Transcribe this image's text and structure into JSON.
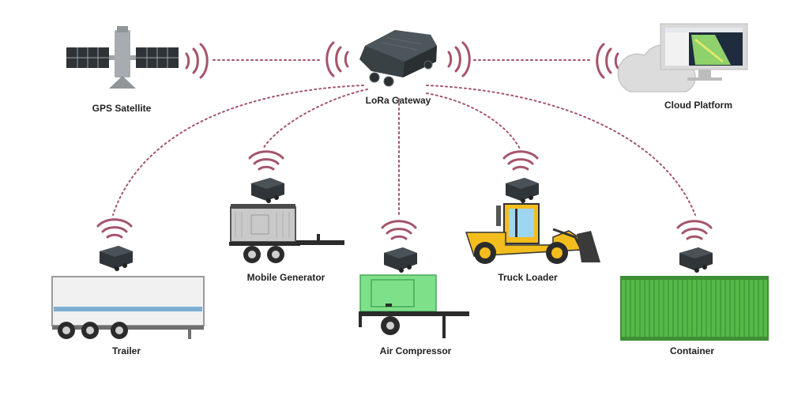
{
  "colors": {
    "link": "#a4546b",
    "signal": "#a4546b",
    "device": "#2f3538",
    "device_light": "#4a5257",
    "label": "#222222"
  },
  "nodes": {
    "gps": {
      "label": "GPS Satellite",
      "icon": "satellite-icon"
    },
    "gateway": {
      "label": "LoRa Gateway",
      "icon": "gateway-icon"
    },
    "cloud": {
      "label": "Cloud Platform",
      "icon": "cloud-icon"
    },
    "trailer": {
      "label": "Trailer",
      "icon": "trailer-icon"
    },
    "generator": {
      "label": "Mobile Generator",
      "icon": "generator-icon"
    },
    "compressor": {
      "label": "Air Compressor",
      "icon": "compressor-icon"
    },
    "loader": {
      "label": "Truck Loader",
      "icon": "loader-icon"
    },
    "container": {
      "label": "Container",
      "icon": "container-icon"
    }
  }
}
